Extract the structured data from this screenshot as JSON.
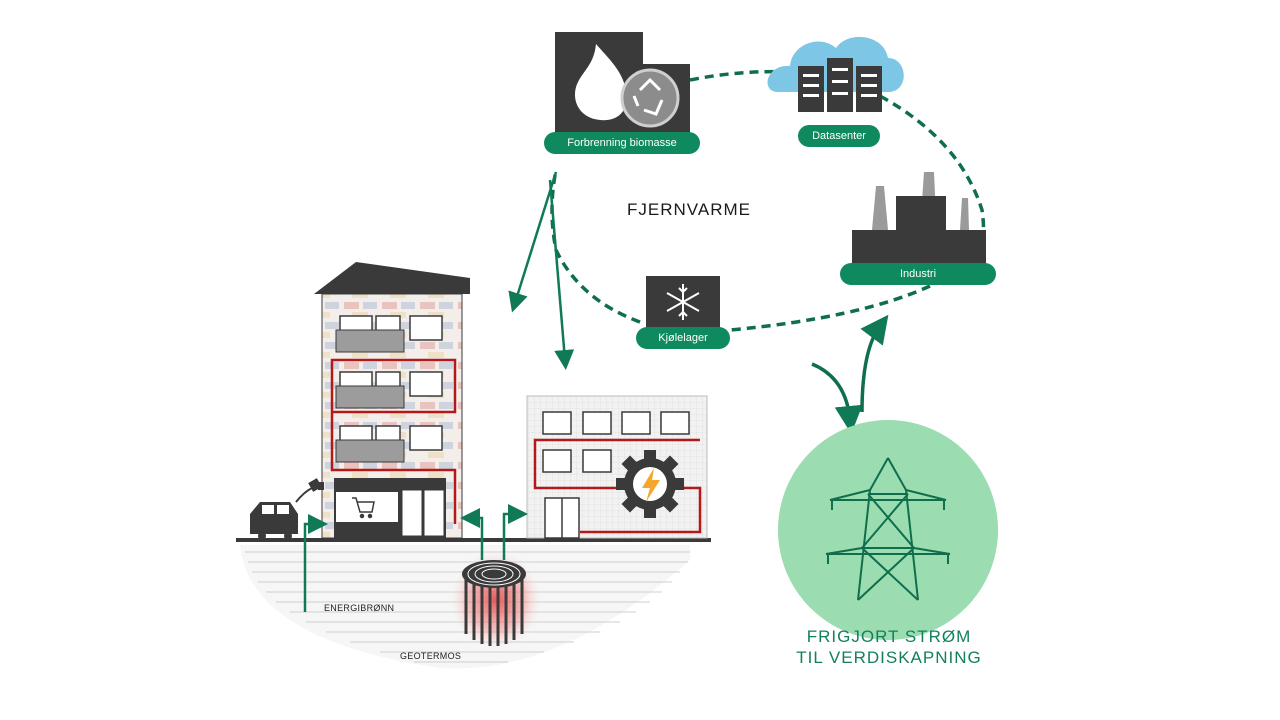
{
  "colors": {
    "green": "#0f8a5f",
    "dark": "#3a3a3a",
    "red": "#b21a1a",
    "light_green": "#9bdcb0",
    "cloud": "#7ec6e6",
    "text_green": "#14805a",
    "bolt": "#f4a72b"
  },
  "diagram": {
    "title": "FJERNVARME",
    "nodes": {
      "biomass": {
        "label": "Forbrenning biomasse",
        "icons": [
          "flame-icon",
          "recycle-icon"
        ]
      },
      "datacenter": {
        "label": "Datasenter",
        "icons": [
          "cloud-icon",
          "server-rack-icon"
        ]
      },
      "industry": {
        "label": "Industri",
        "icons": [
          "factory-icon"
        ]
      },
      "cold_storage": {
        "label": "Kjølelager",
        "icons": [
          "snowflake-icon"
        ]
      }
    },
    "ground": {
      "energy_well": "ENERGIBRØNN",
      "thermos": "GEOTERMOS"
    },
    "freed_power": {
      "line1": "FRIGJORT STRØM",
      "line2": "TIL VERDISKAPNING",
      "icon": "power-pylon-icon"
    }
  }
}
